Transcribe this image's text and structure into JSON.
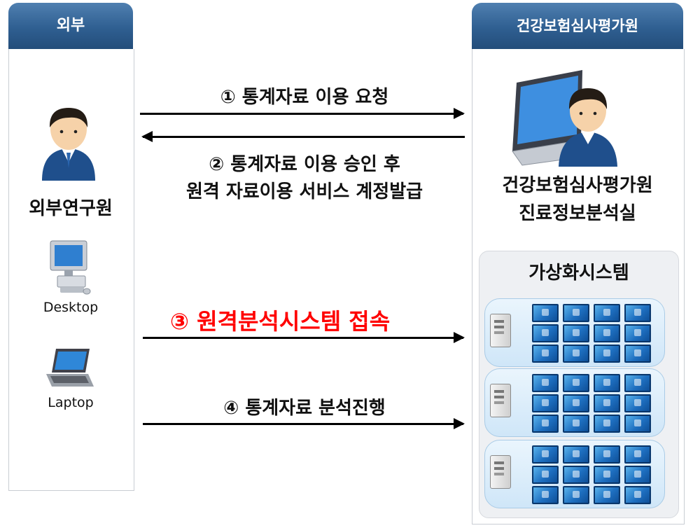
{
  "left_panel": {
    "header": "외부",
    "person_label": "외부연구원",
    "desktop_label": "Desktop",
    "laptop_label": "Laptop"
  },
  "right_panel": {
    "header": "건강보험심사평가원",
    "person_label_line1": "건강보험심사평가원",
    "person_label_line2": "진료정보분석실",
    "virtual_system_title": "가상화시스템"
  },
  "steps": {
    "step1": "① 통계자료 이용 요청",
    "step2_line1": "② 통계자료 이용 승인 후",
    "step2_line2": "원격 자료이용 서비스 계정발급",
    "step3": "③ 원격분석시스템 접속",
    "step4": "④ 통계자료 분석진행"
  },
  "colors": {
    "header_blue": "#2f5f91",
    "step3_red": "#ff0000",
    "arrow": "#000000"
  },
  "icons": [
    "person-icon",
    "desktop-computer-icon",
    "laptop-icon",
    "laptop-with-person-icon",
    "server-icon",
    "virtual-desktop-icon"
  ]
}
